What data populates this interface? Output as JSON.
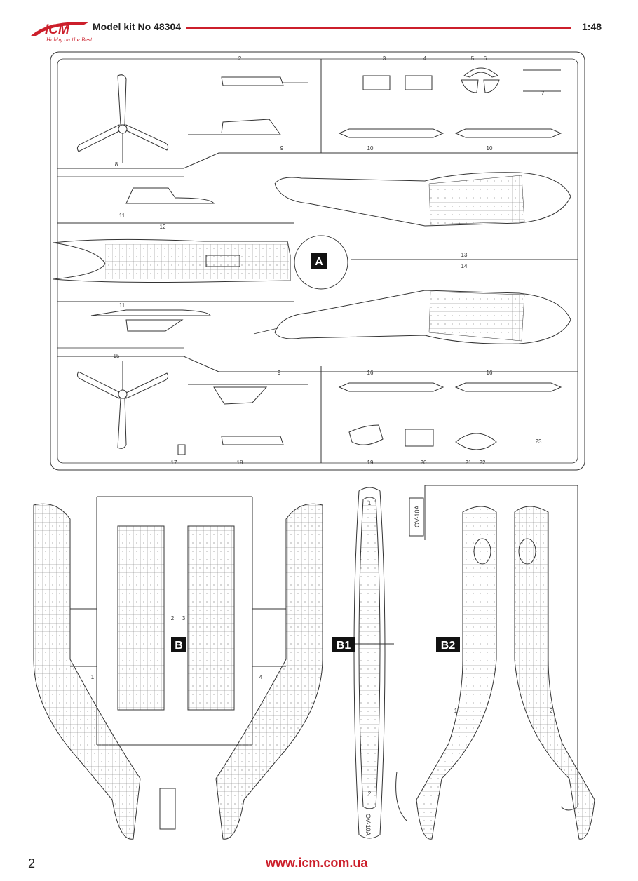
{
  "header": {
    "brand": "ICM",
    "tagline": "Hobby on the Best",
    "kit_title": "Model kit No 48304",
    "scale": "1:48"
  },
  "frames": {
    "a": {
      "label": "A",
      "part_numbers": [
        "2",
        "3",
        "4",
        "5",
        "6",
        "7",
        "8",
        "9",
        "10",
        "10",
        "11",
        "12",
        "13",
        "14",
        "11",
        "15",
        "9",
        "16",
        "16",
        "17",
        "18",
        "19",
        "20",
        "21",
        "22",
        "23"
      ]
    },
    "b": {
      "label": "B",
      "part_numbers": [
        "1",
        "2",
        "3",
        "4"
      ]
    },
    "b1": {
      "label": "B1",
      "part_numbers": [
        "1",
        "2"
      ],
      "side_mark": "OV-10A"
    },
    "b2": {
      "label": "B2",
      "part_numbers": [
        "1",
        "2"
      ],
      "side_mark": "OV-10A"
    }
  },
  "footer": {
    "page_number": "2",
    "url": "www.icm.com.ua"
  },
  "colors": {
    "accent": "#cc1f2b",
    "line": "#333333"
  }
}
